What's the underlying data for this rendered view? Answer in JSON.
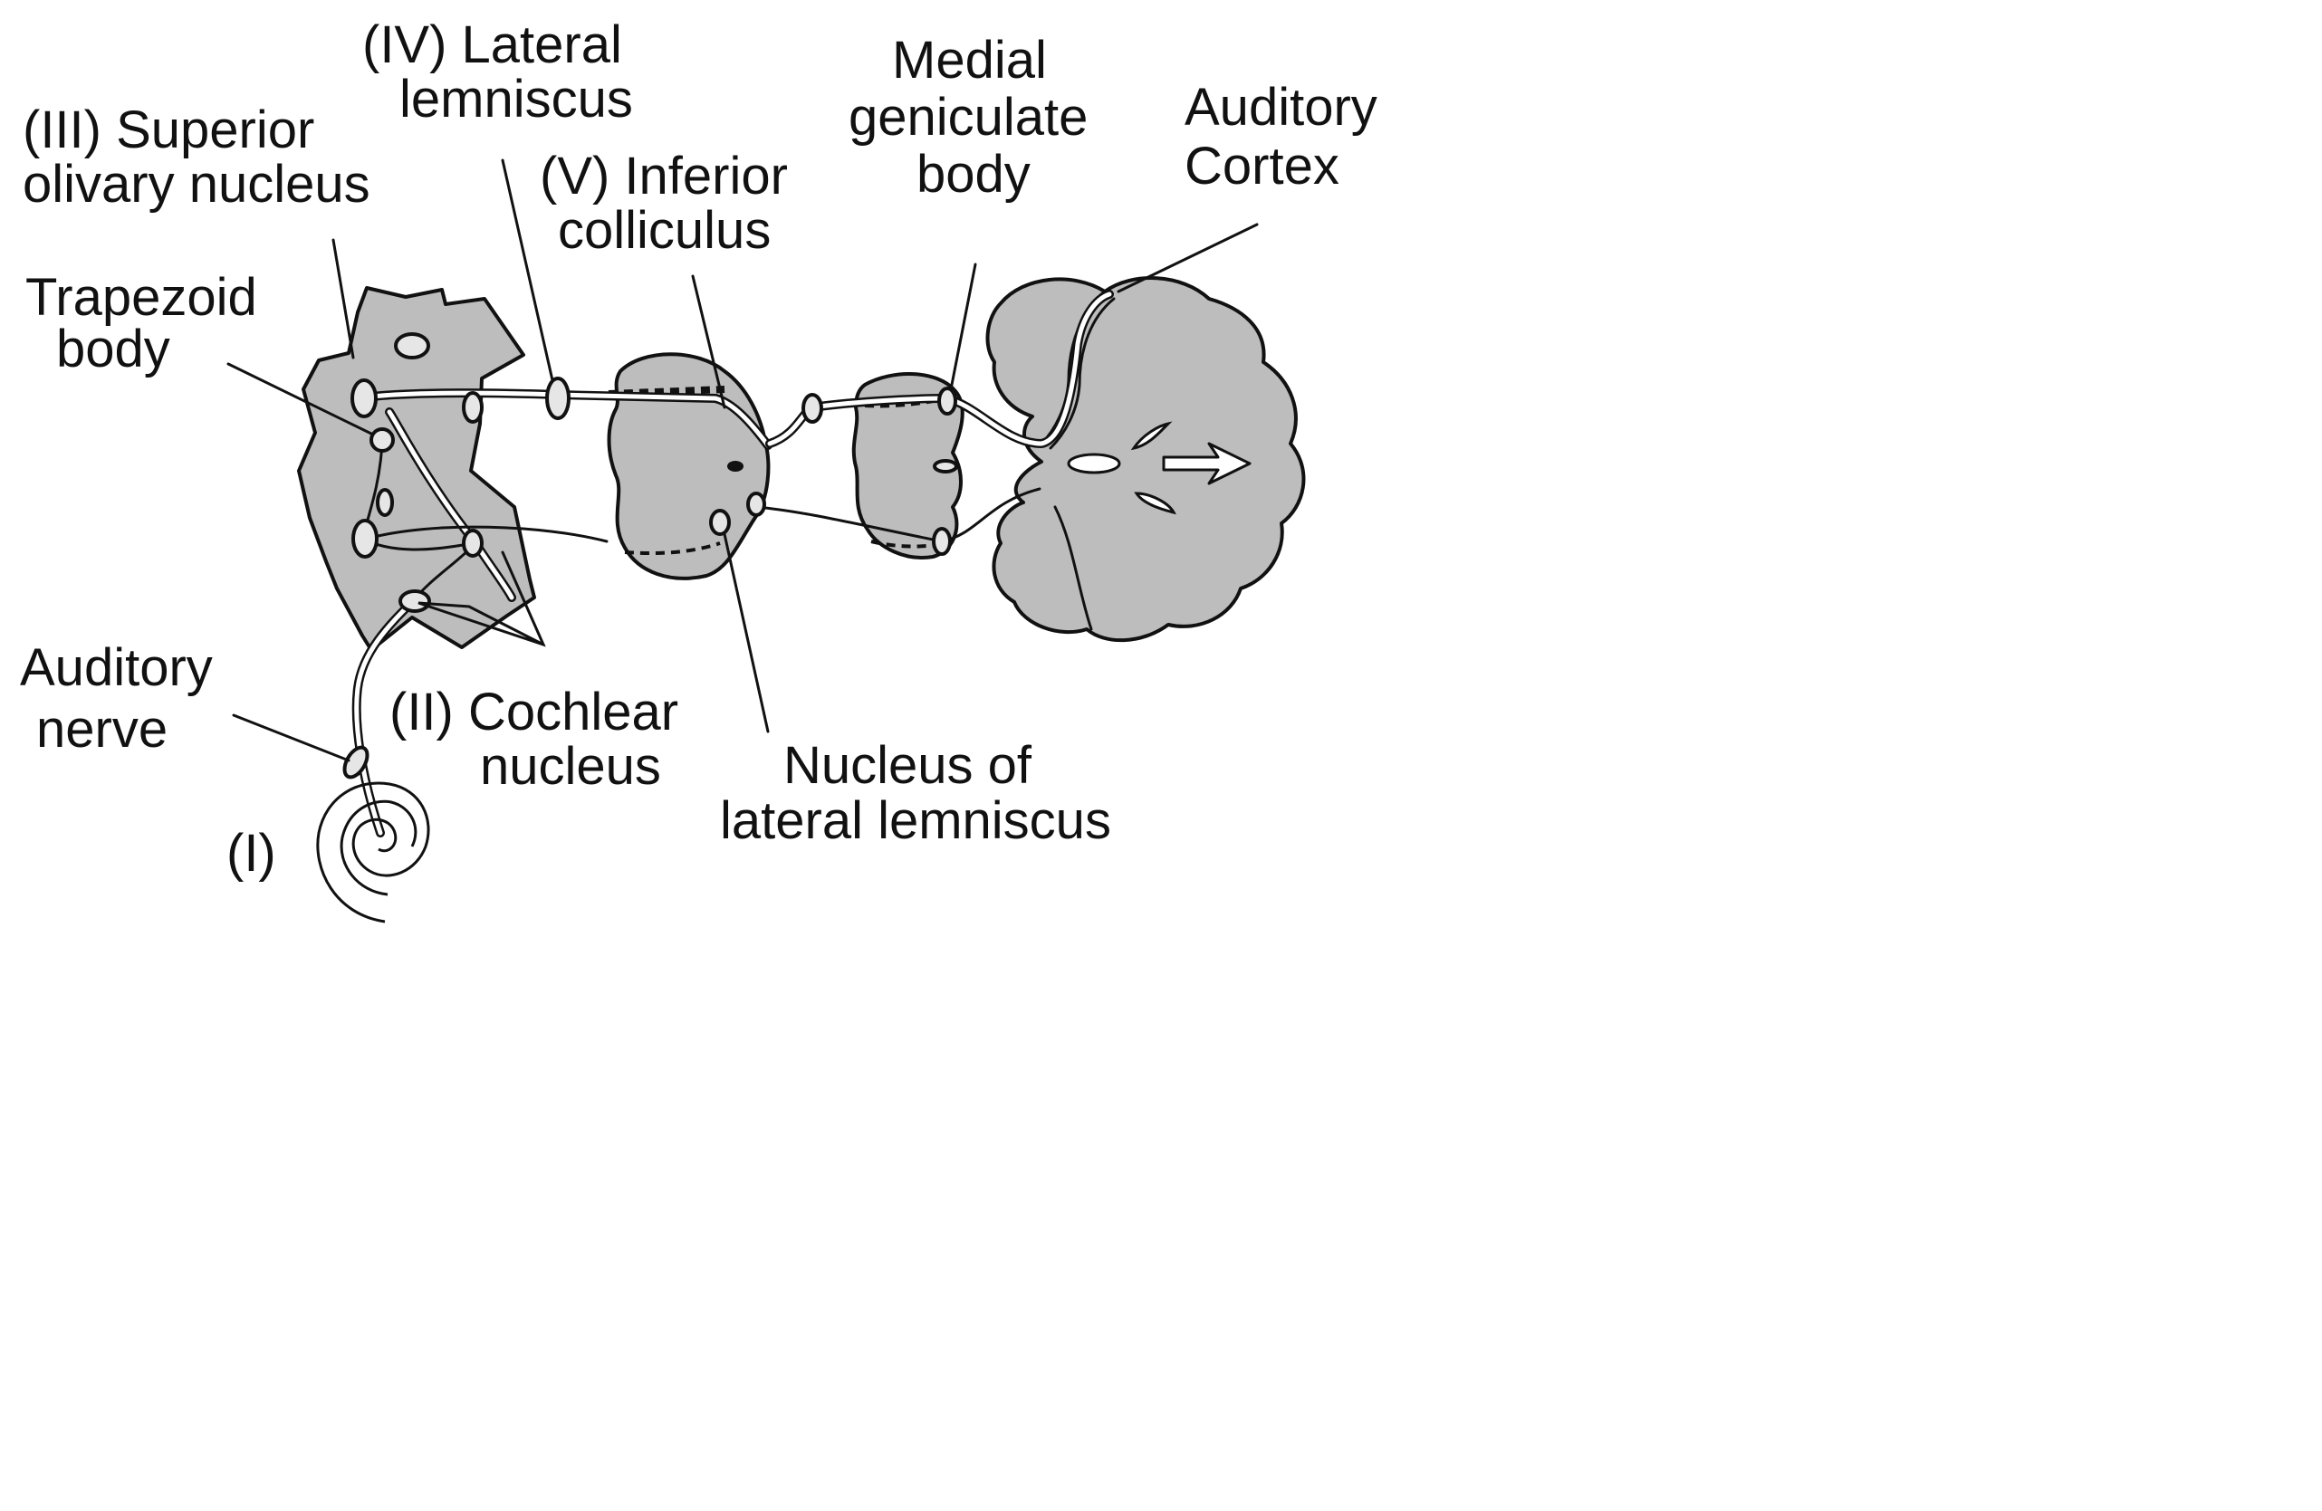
{
  "labels": {
    "lateral_lemniscus": [
      "(IV) Lateral",
      "lemniscus"
    ],
    "superior_olivary": [
      "(III) Superior",
      "olivary nucleus"
    ],
    "inferior_colliculus": [
      "(V) Inferior",
      "colliculus"
    ],
    "medial_geniculate": [
      "Medial",
      "geniculate",
      "body"
    ],
    "auditory_cortex": [
      "Auditory",
      "Cortex"
    ],
    "trapezoid_body": [
      "Trapezoid",
      "body"
    ],
    "auditory_nerve": [
      "Auditory",
      "nerve"
    ],
    "cochlear_nucleus": [
      "(II) Cochlear",
      "nucleus"
    ],
    "nucleus_lateral_lemniscus": [
      "Nucleus of",
      "lateral lemniscus"
    ],
    "cochlea": [
      "(I)"
    ]
  }
}
